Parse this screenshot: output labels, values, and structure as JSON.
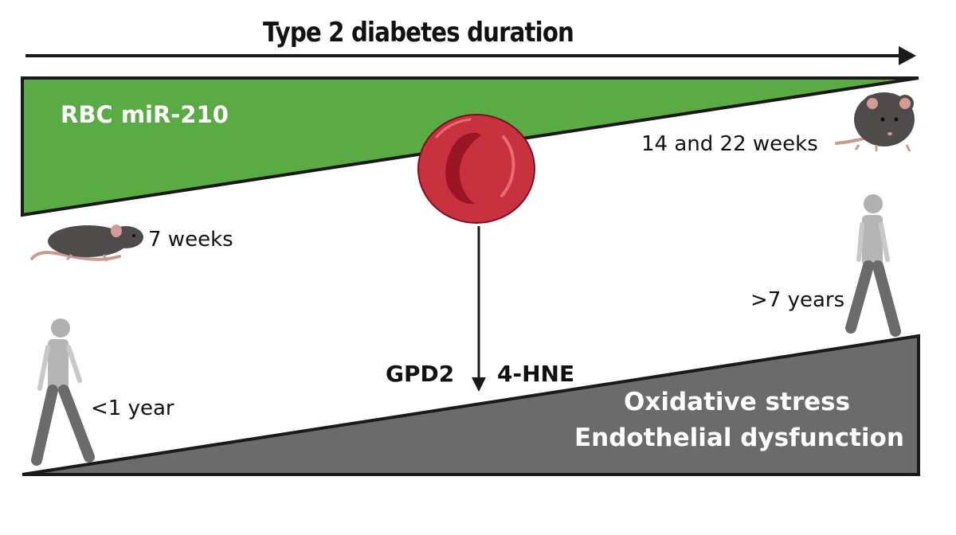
{
  "title": "Type 2 diabetes duration",
  "top_wedge": {
    "label": "RBC miR-210",
    "color": "#5aab44",
    "trend": "decreasing"
  },
  "bottom_wedge": {
    "line1": "Oxidative stress",
    "line2": "Endothelial dysfunction",
    "color": "#6b6b6b",
    "trend": "increasing"
  },
  "mouse_early": {
    "label": "7 weeks",
    "icon": "mouse-side-icon"
  },
  "mouse_late": {
    "label": "14 and 22 weeks",
    "icon": "mouse-front-icon"
  },
  "human_early": {
    "label": "<1 year",
    "icon": "walking-person-icon"
  },
  "human_late": {
    "label": ">7 years",
    "icon": "walking-person-icon"
  },
  "mechanism": {
    "source_icon": "red-blood-cell-icon",
    "left_label": "GPD2",
    "right_label": "4-HNE"
  },
  "colors": {
    "rbc": "#c8323f",
    "rbc_dark": "#9a1626",
    "arrow": "#1a1a1a"
  }
}
